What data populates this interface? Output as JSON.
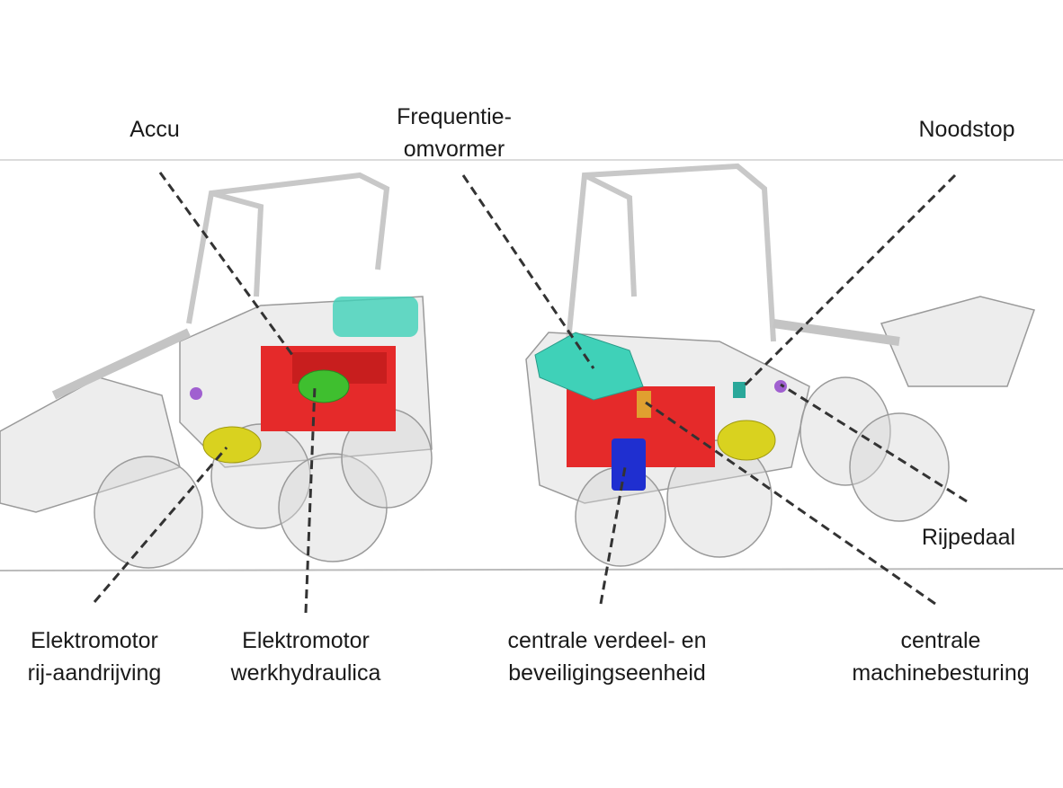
{
  "labels": {
    "accu": "Accu",
    "frequentie_1": "Frequentie-",
    "frequentie_2": "omvormer",
    "noodstop": "Noodstop",
    "rijpedaal": "Rijpedaal",
    "elektro_rij_1": "Elektromotor",
    "elektro_rij_2": "rij-aandrijving",
    "elektro_werk_1": "Elektromotor",
    "elektro_werk_2": "werkhydraulica",
    "centrale_verdeel_1": "centrale verdeel- en",
    "centrale_verdeel_2": "beveiligingseenheid",
    "centrale_machine_1": "centrale",
    "centrale_machine_2": "machinebesturing"
  },
  "colors": {
    "battery": "#e52a2a",
    "motor_hydraulic": "#3fbf2f",
    "motor_drive": "#d9d21f",
    "inverter": "#3fd1b8",
    "distribution_unit": "#1f2fd0",
    "controller": "#2aa89a",
    "pedal": "#a060d0",
    "leader": "#333333"
  }
}
